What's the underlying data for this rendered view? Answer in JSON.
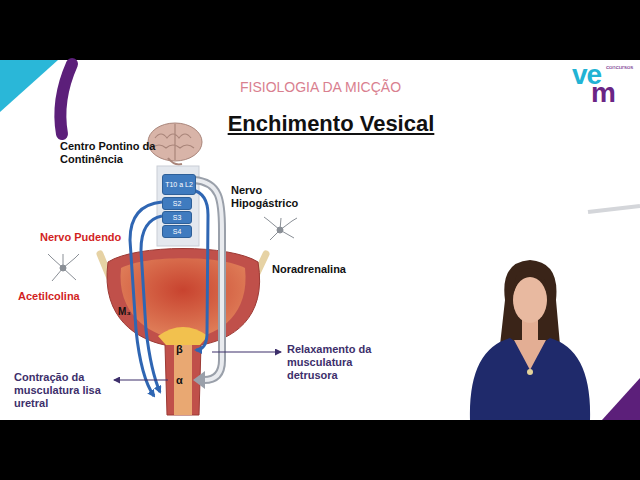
{
  "diagram": {
    "title": "Enchimento Vesical",
    "nodes": [
      {
        "text": [
          "T10 a L2"
        ]
      },
      {
        "text": [
          "S2"
        ]
      },
      {
        "text": [
          "S3"
        ]
      },
      {
        "text": [
          "S4"
        ]
      }
    ],
    "labels": [
      "FISIOLOGIA DA MICÇÃO",
      "Centro Pontino da Continência",
      "Nervo Hipogástrico",
      "Nervo Pudendo",
      "Noradrenalina",
      "Acetilcolina",
      "M₃",
      "β",
      "α",
      "Relaxamento da musculatura detrusora",
      "Contração da musculatura lisa uretral",
      "ve",
      "m",
      "concursos"
    ]
  }
}
